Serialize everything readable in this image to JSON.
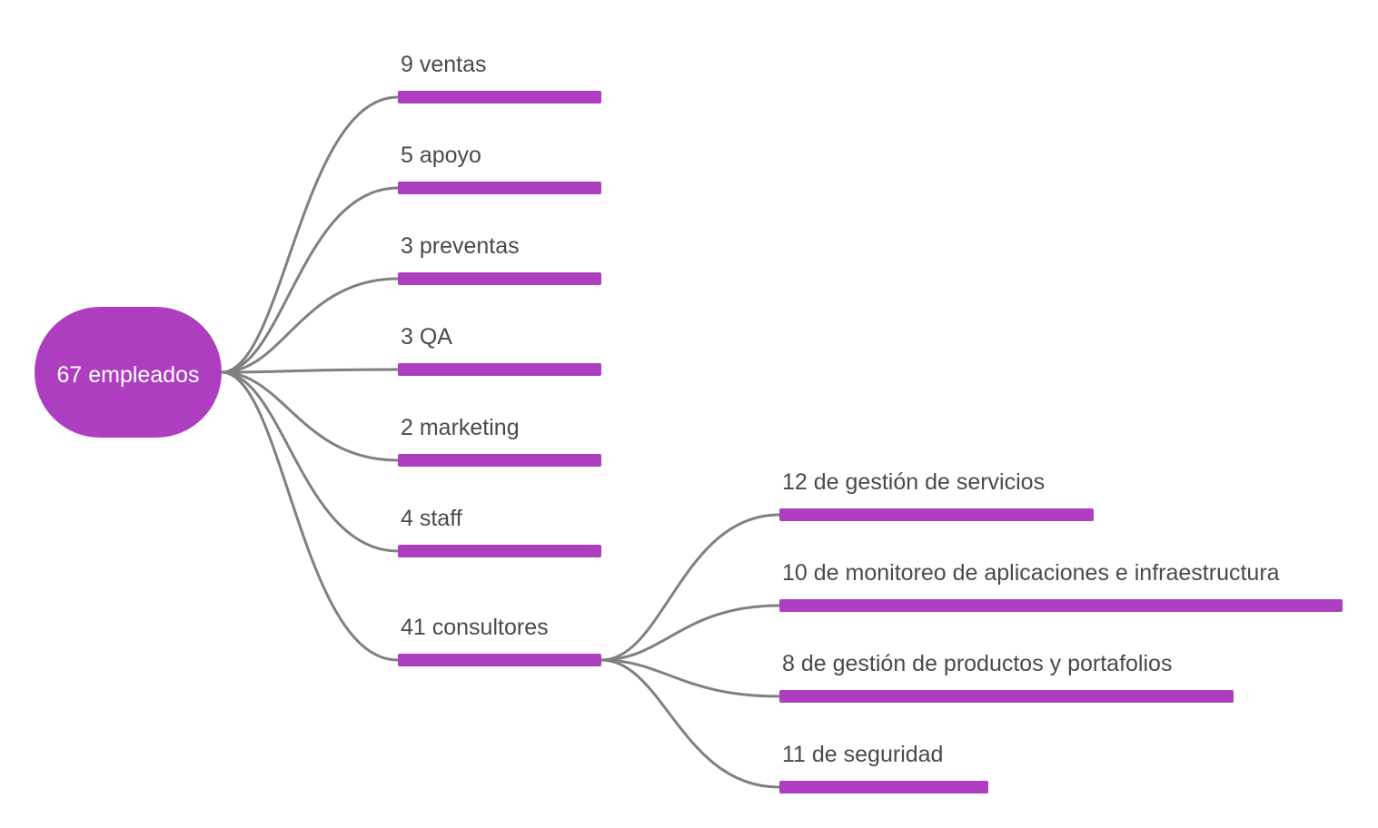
{
  "colors": {
    "accent": "#ae3ec0",
    "connector": "#808080",
    "text": "#4a4a4a",
    "root_text": "#ffffff"
  },
  "root": {
    "label": "67 empleados"
  },
  "branches": [
    {
      "label": "9 ventas",
      "children": []
    },
    {
      "label": "5 apoyo",
      "children": []
    },
    {
      "label": "3 preventas",
      "children": []
    },
    {
      "label": "3 QA",
      "children": []
    },
    {
      "label": "2 marketing",
      "children": []
    },
    {
      "label": "4 staff",
      "children": []
    },
    {
      "label": "41 consultores",
      "children": [
        {
          "label": "12 de gestión de servicios"
        },
        {
          "label": "10 de monitoreo de aplicaciones e infraestructura"
        },
        {
          "label": "8 de gestión de productos y portafolios"
        },
        {
          "label": "11 de seguridad"
        }
      ]
    }
  ]
}
